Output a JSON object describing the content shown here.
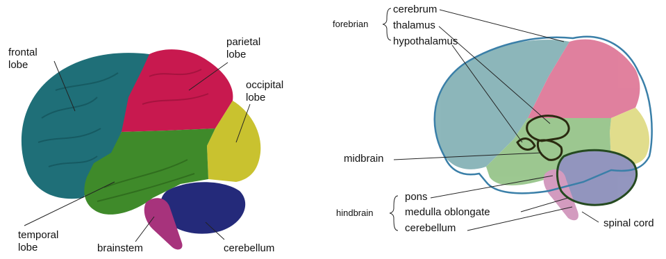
{
  "left_diagram": {
    "labels": {
      "frontal_1": "frontal",
      "frontal_2": "lobe",
      "parietal_1": "parietal",
      "parietal_2": "lobe",
      "occipital_1": "occipital",
      "occipital_2": "lobe",
      "temporal_1": "temporal",
      "temporal_2": "lobe",
      "brainstem": "brainstem",
      "cerebellum": "cerebellum"
    },
    "colors": {
      "frontal": "#1f6f78",
      "parietal": "#c8194f",
      "occipital": "#c9c22f",
      "temporal": "#3f8a2a",
      "cerebellum": "#242a7a",
      "brainstem": "#a7337c"
    }
  },
  "right_diagram": {
    "group_labels": {
      "forebrain": "forebrian",
      "hindbrain": "hindbrain"
    },
    "labels": {
      "cerebrum": "cerebrum",
      "thalamus": "thalamus",
      "hypothalamus": "hypothalamus",
      "midbrain": "midbrain",
      "pons": "pons",
      "medulla": "medulla oblongate",
      "cerebellum": "cerebellum",
      "spinal_cord": "spinal cord"
    },
    "colors": {
      "outline": "#3a7fa8",
      "structure_outline": "#2a2a10"
    }
  }
}
